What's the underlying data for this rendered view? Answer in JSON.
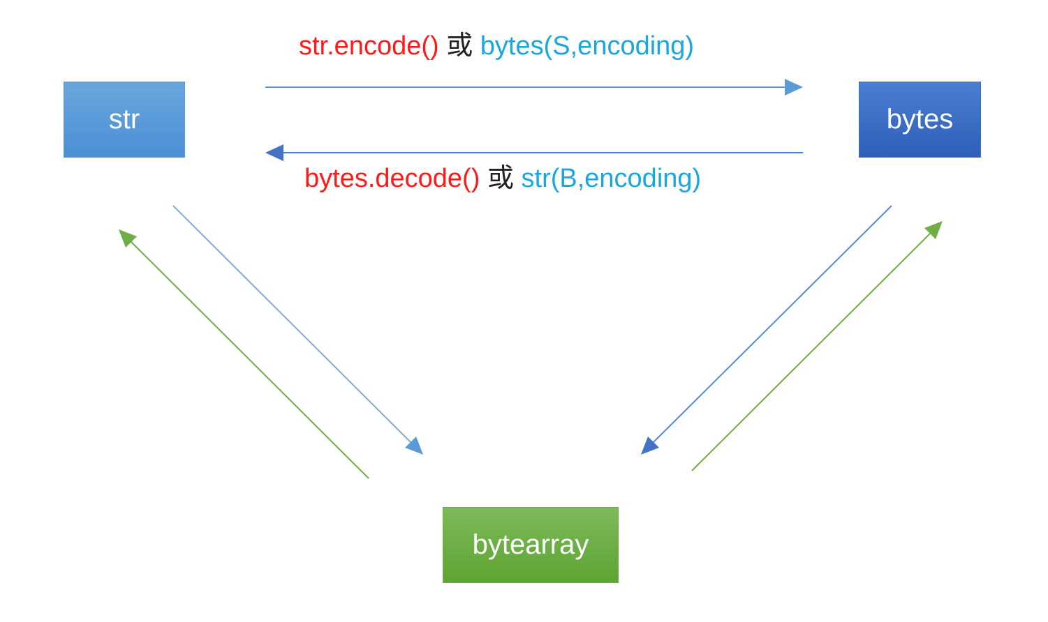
{
  "nodes": {
    "str": "str",
    "bytes": "bytes",
    "bytearray": "bytearray"
  },
  "edges": {
    "encode": {
      "method": "str.encode()",
      "or": "或",
      "alt": "bytes(S,encoding)"
    },
    "decode": {
      "method": "bytes.decode()",
      "or": "或",
      "alt": "str(B,encoding)"
    }
  },
  "colors": {
    "str_node": "#5b9bd5",
    "bytes_node": "#3a6cc6",
    "bytearray_node": "#6aae44",
    "method_text": "#ff1a1a",
    "alt_text": "#1aa7e0",
    "arrow_blue": "#5b9bd5",
    "arrow_darkblue": "#4472c4",
    "arrow_green": "#70ad47"
  }
}
